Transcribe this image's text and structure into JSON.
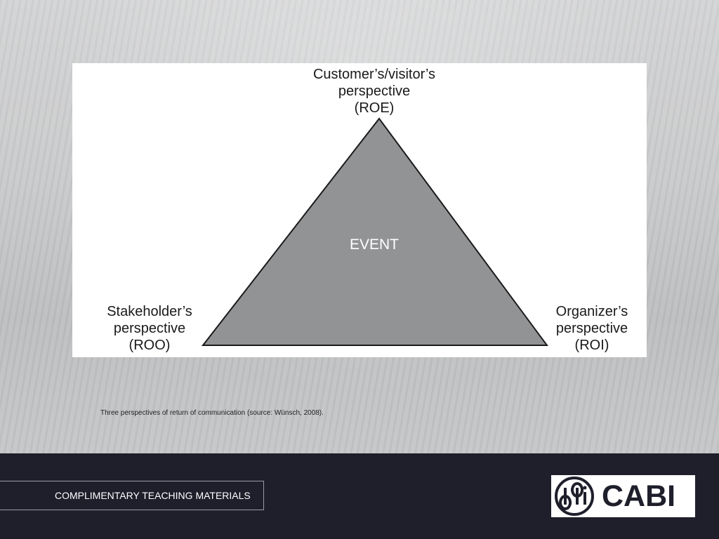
{
  "diagram": {
    "top_label": [
      "Customer’s/visitor’s",
      "perspective",
      "(ROE)"
    ],
    "left_label": [
      "Stakeholder’s",
      "perspective",
      "(ROO)"
    ],
    "right_label": [
      "Organizer’s",
      "perspective",
      "(ROI)"
    ],
    "center_label": "EVENT",
    "triangle_color": "#929395"
  },
  "caption": "Three perspectives of return of communication (source: Wünsch, 2008).",
  "footer": {
    "tag": "COMPLIMENTARY TEACHING MATERIALS",
    "logo_text": "CABI",
    "background_color": "#1e1f2b"
  }
}
